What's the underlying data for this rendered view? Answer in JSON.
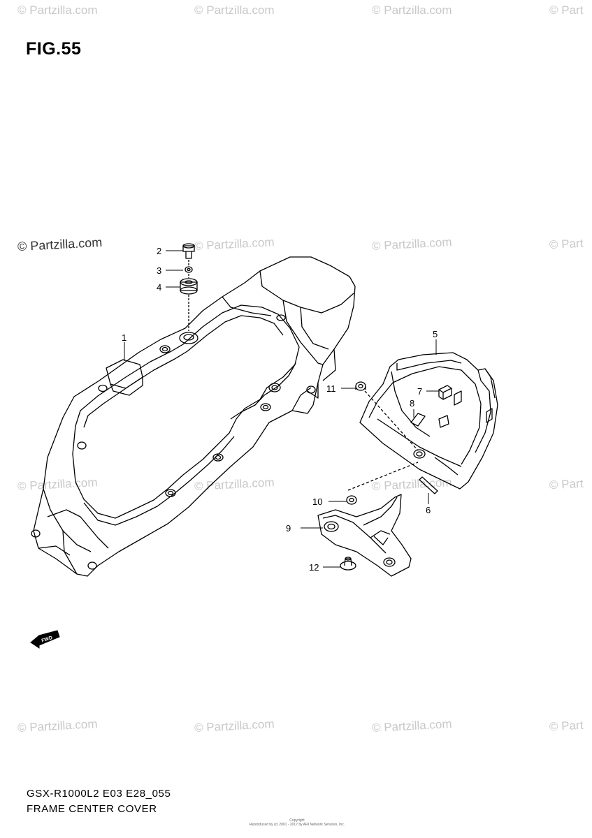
{
  "figure": {
    "title": "FIG.55"
  },
  "watermarks": {
    "text": "© Partzilla.com",
    "top_row": [
      "© Partzilla.com",
      "© Partzilla.com",
      "© Partzilla.com",
      "© Part"
    ],
    "middle_row": [
      "© Partzilla.com",
      "© Partzilla.com",
      "© Partzilla.com",
      "© Part"
    ],
    "lower_row": [
      "© Partzilla.com",
      "© Partzilla.com",
      "© Partzilla.com",
      "© Part"
    ],
    "bottom_row": [
      "© Partzilla.com",
      "© Partzilla.com",
      "© Partzilla.com",
      "© Part"
    ]
  },
  "callouts": [
    "1",
    "2",
    "3",
    "4",
    "5",
    "6",
    "7",
    "8",
    "9",
    "10",
    "11",
    "12"
  ],
  "fwd_symbol": {
    "label": "FWD",
    "icon": "forward-arrow-icon"
  },
  "footer": {
    "model_code": "GSX-R1000L2 E03 E28_055",
    "diagram_name": "FRAME CENTER COVER",
    "copyright_title": "Copyright",
    "copyright_line": "Reproduced by (c) 2001 - 2017 by ARI Network Services, Inc."
  }
}
